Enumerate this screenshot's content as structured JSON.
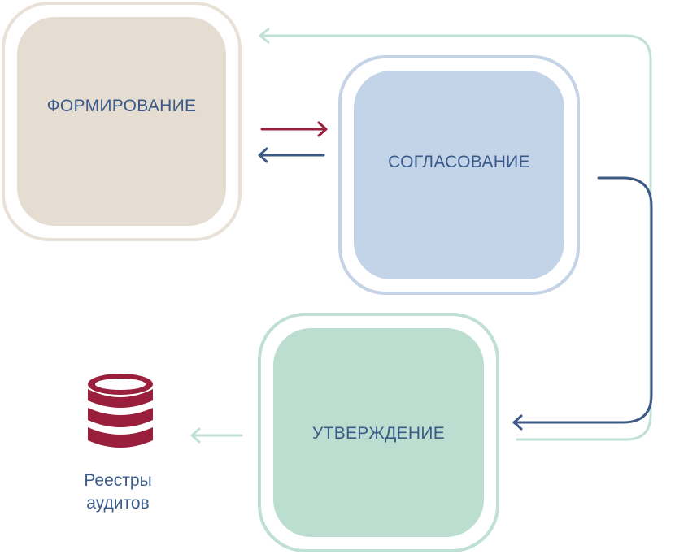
{
  "stages": [
    {
      "id": "formirovanie",
      "label": "ФОРМИРОВАНИЕ"
    },
    {
      "id": "soglasovanie",
      "label": "СОГЛАСОВАНИЕ"
    },
    {
      "id": "utverzhdenie",
      "label": "УТВЕРЖДЕНИЕ"
    }
  ],
  "registry": {
    "line1": "Реестры",
    "line2": "аудитов",
    "icon": "database-icon"
  },
  "colors": {
    "formirovanie_fill": "#e6ddd2",
    "formirovanie_border": "#e8e1d7",
    "soglasovanie_fill": "#c3d3e8",
    "soglasovanie_border": "#c5d3e6",
    "utverzhdenie_fill": "#bcded0",
    "utverzhdenie_border": "#bfe0d3",
    "label_text": "#3a5a8a",
    "arrow_crimson": "#9a1f3c",
    "arrow_navy": "#3d5a86",
    "arrow_mint": "#bfe0d3",
    "database": "#9a1f3c"
  }
}
